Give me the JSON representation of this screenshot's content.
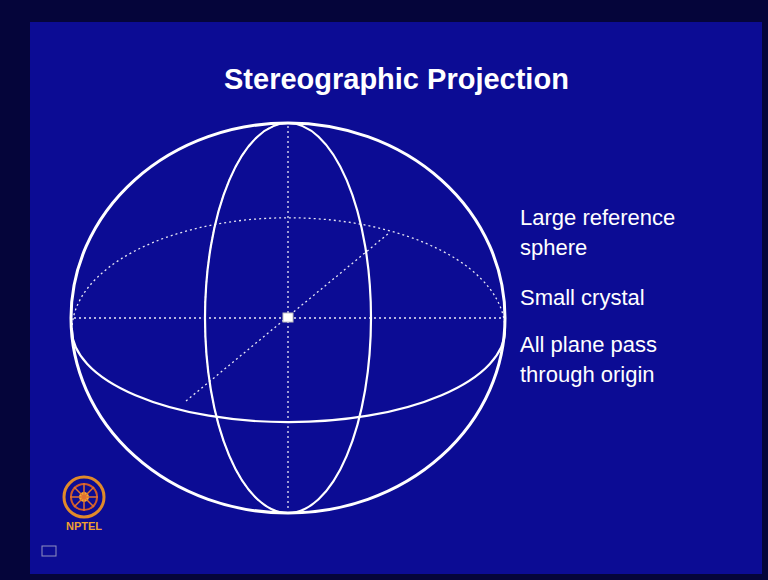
{
  "diagram": {
    "title": "Stereographic Projection",
    "labels": [
      "Large reference sphere",
      "Small crystal",
      "All plane pass through origin",
      "NPTEL"
    ]
  }
}
